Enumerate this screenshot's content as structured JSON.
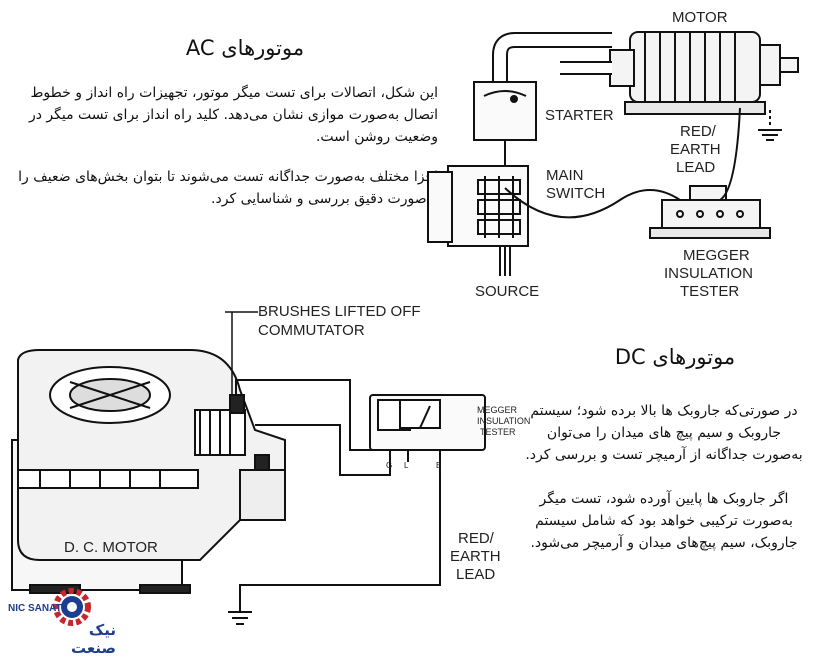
{
  "ac": {
    "title": "موتورهای AC",
    "para1": "این شکل، اتصالات برای تست میگر موتور، تجهیزات راه انداز و خطوط اتصال به‌صورت موازی نشان می‌دهد. کلید راه انداز برای تست میگر در وضعیت روشن است.",
    "para2": "اجزا مختلف به‌صورت جداگانه تست می‌شوند تا بتوان بخش‌های ضعیف را به‌صورت دقیق بررسی و شناسایی کرد."
  },
  "dc": {
    "title": "موتورهای DC",
    "para1": "در صورتی‌که جاروبک ها بالا برده شود؛ سیستم جاروبک و سیم پیچ های میدان را می‌توان به‌صورت جداگانه از آرمیچر تست و بررسی کرد.",
    "para2": "اگر جاروبک ها پایین آورده شود، تست میگر به‌صورت ترکیبی خواهد بود که شامل سیستم جاروبک، سیم پیچ‌های میدان و آرمیچر می‌شود."
  },
  "labels": {
    "motor": "MOTOR",
    "starter": "STARTER",
    "red_earth_lead_1": "RED/",
    "red_earth_lead_2": "EARTH",
    "red_earth_lead_3": "LEAD",
    "main_switch_1": "MAIN",
    "main_switch_2": "SWITCH",
    "megger_1": "MEGGER",
    "megger_2": "INSULATION",
    "megger_3": "TESTER",
    "source": "SOURCE",
    "brushes_1": "BRUSHES LIFTED OFF",
    "brushes_2": "COMMUTATOR",
    "megger_small_1": "MEGGER",
    "megger_small_2": "INSULATION",
    "megger_small_3": "TESTER",
    "dc_motor": "D. C. MOTOR",
    "term_g": "G",
    "term_l": "L",
    "term_e": "E"
  },
  "logo": {
    "en": "NIC SANAT",
    "fa": "نیک صنعت"
  },
  "colors": {
    "line": "#111111",
    "brand": "#1d3d8f",
    "brand_red": "#c8262b"
  }
}
